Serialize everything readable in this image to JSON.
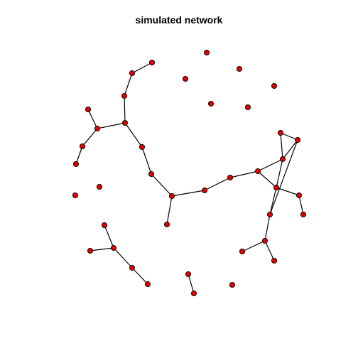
{
  "title": "simulated network",
  "colors": {
    "node_fill": "#e00000",
    "node_stroke": "#000000",
    "edge": "#000000",
    "background": "#ffffff"
  },
  "nodes": [
    {
      "id": "n1"
    },
    {
      "id": "n2"
    },
    {
      "id": "n3"
    },
    {
      "id": "n4"
    },
    {
      "id": "n5"
    },
    {
      "id": "n6"
    },
    {
      "id": "n7"
    },
    {
      "id": "n8"
    },
    {
      "id": "n9"
    },
    {
      "id": "n10"
    },
    {
      "id": "n11"
    },
    {
      "id": "n12"
    },
    {
      "id": "n13"
    },
    {
      "id": "n14"
    },
    {
      "id": "n15"
    },
    {
      "id": "n16"
    },
    {
      "id": "n17"
    },
    {
      "id": "n18"
    },
    {
      "id": "n19"
    },
    {
      "id": "n20"
    },
    {
      "id": "n21"
    },
    {
      "id": "n22"
    },
    {
      "id": "n23"
    },
    {
      "id": "n24"
    },
    {
      "id": "n25"
    },
    {
      "id": "n26"
    },
    {
      "id": "n27"
    },
    {
      "id": "n28"
    },
    {
      "id": "n29"
    },
    {
      "id": "n30"
    },
    {
      "id": "n31"
    },
    {
      "id": "n32"
    },
    {
      "id": "n33"
    },
    {
      "id": "n34"
    },
    {
      "id": "n35"
    },
    {
      "id": "n36"
    },
    {
      "id": "n37"
    },
    {
      "id": "n38"
    },
    {
      "id": "n39"
    },
    {
      "id": "n40"
    },
    {
      "id": "n41"
    },
    {
      "id": "n42"
    },
    {
      "id": "n43"
    },
    {
      "id": "n44"
    },
    {
      "id": "n45"
    }
  ],
  "edges": [
    [
      "n1",
      "n2"
    ],
    [
      "n2",
      "n3"
    ],
    [
      "n3",
      "n4"
    ],
    [
      "n4",
      "n5"
    ],
    [
      "n5",
      "n6"
    ],
    [
      "n6",
      "n7"
    ],
    [
      "n5",
      "n8"
    ],
    [
      "n8",
      "n9"
    ],
    [
      "n9",
      "n10"
    ],
    [
      "n8",
      "n11"
    ],
    [
      "n11",
      "n12"
    ],
    [
      "n12",
      "n13"
    ],
    [
      "n13",
      "n14"
    ],
    [
      "n14",
      "n15"
    ],
    [
      "n15",
      "n16"
    ],
    [
      "n15",
      "n17"
    ],
    [
      "n16",
      "n17"
    ],
    [
      "n17",
      "n18"
    ],
    [
      "n18",
      "n19"
    ],
    [
      "n18",
      "n20"
    ],
    [
      "n17",
      "n20"
    ],
    [
      "n20",
      "n21"
    ],
    [
      "n21",
      "n22"
    ],
    [
      "n20",
      "n23"
    ],
    [
      "n23",
      "n24"
    ],
    [
      "n24",
      "n25"
    ],
    [
      "n24",
      "n26"
    ],
    [
      "n12",
      "n27"
    ],
    [
      "n28",
      "n29"
    ],
    [
      "n29",
      "n30"
    ],
    [
      "n30",
      "n31"
    ],
    [
      "n29",
      "n32"
    ],
    [
      "n33",
      "n34"
    ]
  ]
}
